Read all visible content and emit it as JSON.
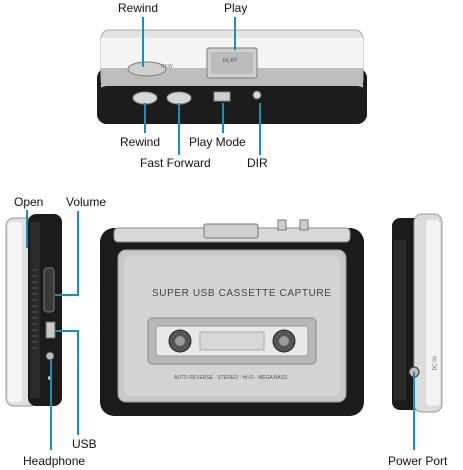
{
  "callouts": {
    "rewind_top": "Rewind",
    "play": "Play",
    "rewind": "Rewind",
    "play_mode": "Play Mode",
    "fast_forward": "Fast Forward",
    "dir": "DIR",
    "open": "Open",
    "volume": "Volume",
    "usb": "USB",
    "headphone": "Headphone",
    "power_port": "Power Port"
  },
  "device": {
    "front_title": "SUPER USB CASSETTE CAPTURE",
    "front_features": "AUTO REVERSE · STEREO · HI-FI · MEGA BASS",
    "top_button_marks": [
      "REW",
      "PLAY"
    ],
    "side_port_mark": "DC 5V"
  },
  "colors": {
    "callout_line": "#1a8fb8",
    "body_black": "#1b1b1b",
    "body_silver": "#d9d9d9",
    "faceplate": "#c9c9c9"
  },
  "icons": [
    "rewind-button-icon",
    "play-button-icon",
    "usb-port-icon",
    "headphone-jack-icon",
    "power-port-icon"
  ]
}
